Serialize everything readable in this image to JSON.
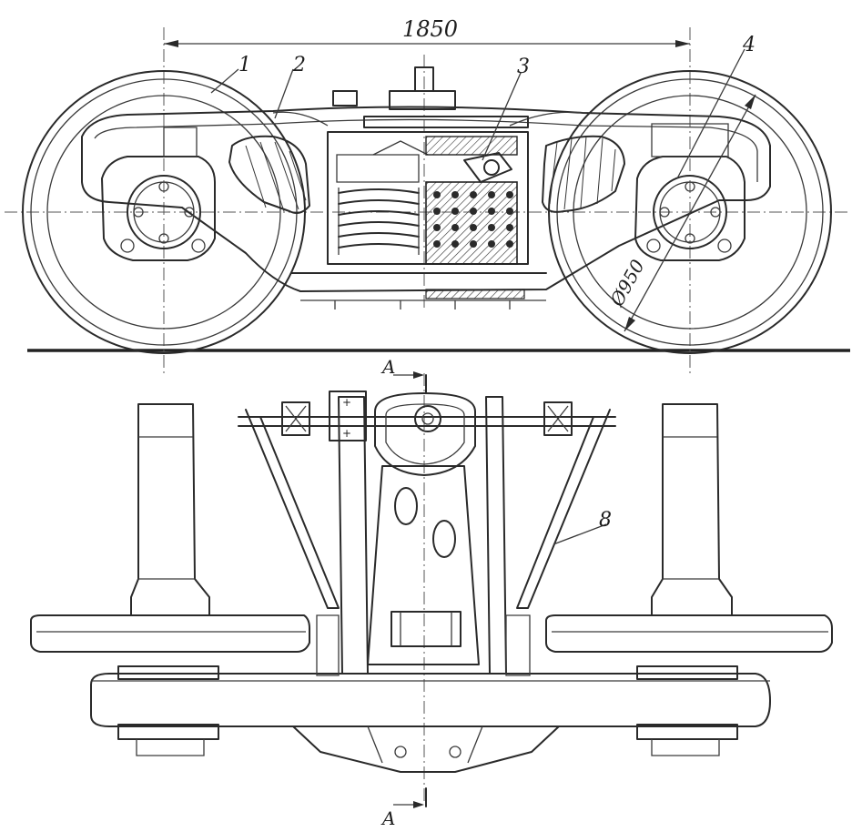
{
  "dimensions": {
    "wheelbase": "1850",
    "wheel_diameter": "Ø950"
  },
  "callouts": {
    "item_1": "1",
    "item_2": "2",
    "item_3": "3",
    "item_4": "4",
    "item_8": "8"
  },
  "section": {
    "top_label": "A",
    "bottom_label": "A"
  }
}
